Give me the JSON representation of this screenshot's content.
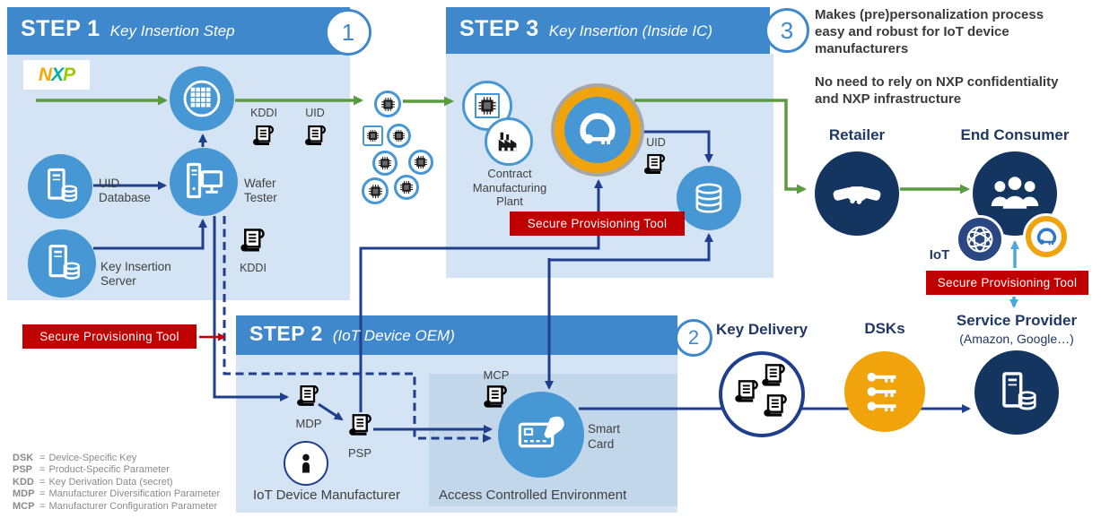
{
  "step1": {
    "title": "STEP 1",
    "subtitle": "Key Insertion Step",
    "number": "1",
    "kddi_top": "KDDI",
    "uid_top": "UID",
    "uid_database": "UID\nDatabase",
    "wafer_tester": "Wafer\nTester",
    "key_insertion_server": "Key Insertion\nServer",
    "kddi_mid": "KDDI"
  },
  "step2": {
    "title": "STEP 2",
    "subtitle": "(IoT Device OEM)",
    "number": "2",
    "mdp": "MDP",
    "psp": "PSP",
    "mcp": "MCP",
    "smart_card": "Smart\nCard",
    "iot_device_manufacturer": "IoT Device Manufacturer",
    "access_controlled_environment": "Access Controlled Environment"
  },
  "step3": {
    "title": "STEP 3",
    "subtitle": "Key Insertion (Inside IC)",
    "number": "3",
    "contract_manufacturing_plant": "Contract\nManufacturing\nPlant",
    "uid": "UID"
  },
  "spt_badge": "Secure Provisioning Tool",
  "right_flow": {
    "retailer": "Retailer",
    "end_consumer": "End Consumer",
    "iot": "IoT",
    "key_delivery": "Key Delivery",
    "dsks": "DSKs",
    "service_provider": "Service Provider",
    "service_provider_sub": "(Amazon, Google…)"
  },
  "notes": {
    "para1": "Makes (pre)personalization process\neasy and robust for IoT device\nmanufacturers",
    "para2": "No need to rely on NXP confidentiality\nand NXP infrastructure"
  },
  "logo": {
    "n": "N",
    "x": "X",
    "p": "P"
  },
  "legend": {
    "separator": "=",
    "items": [
      {
        "abbr": "DSK",
        "desc": "Device-Specific Key"
      },
      {
        "abbr": "PSP",
        "desc": "Product-Specific Parameter"
      },
      {
        "abbr": "KDD",
        "desc": "Key Derivation Data (secret)"
      },
      {
        "abbr": "MDP",
        "desc": "Manufacturer Diversification Parameter"
      },
      {
        "abbr": "MCP",
        "desc": "Manufacturer Configuration Parameter"
      }
    ]
  },
  "colors": {
    "header_blue": "#3f88cc",
    "panel_blue": "#d4e4f4",
    "inner_panel_blue": "#c3d7eb",
    "icon_blue": "#4697d3",
    "dark_navy": "#133560",
    "iot_navy": "#2a4782",
    "arrow_navy": "#1f3e8c",
    "green": "#599b3e",
    "orange": "#f0a30a",
    "red": "#c00000",
    "light_blue_arrow": "#4da6dd",
    "label_navy": "#1f3864",
    "gray_ring": "#a6a6a6",
    "logo_n": "#f9a800",
    "logo_x": "#00b09a",
    "logo_p": "#99cc00"
  }
}
